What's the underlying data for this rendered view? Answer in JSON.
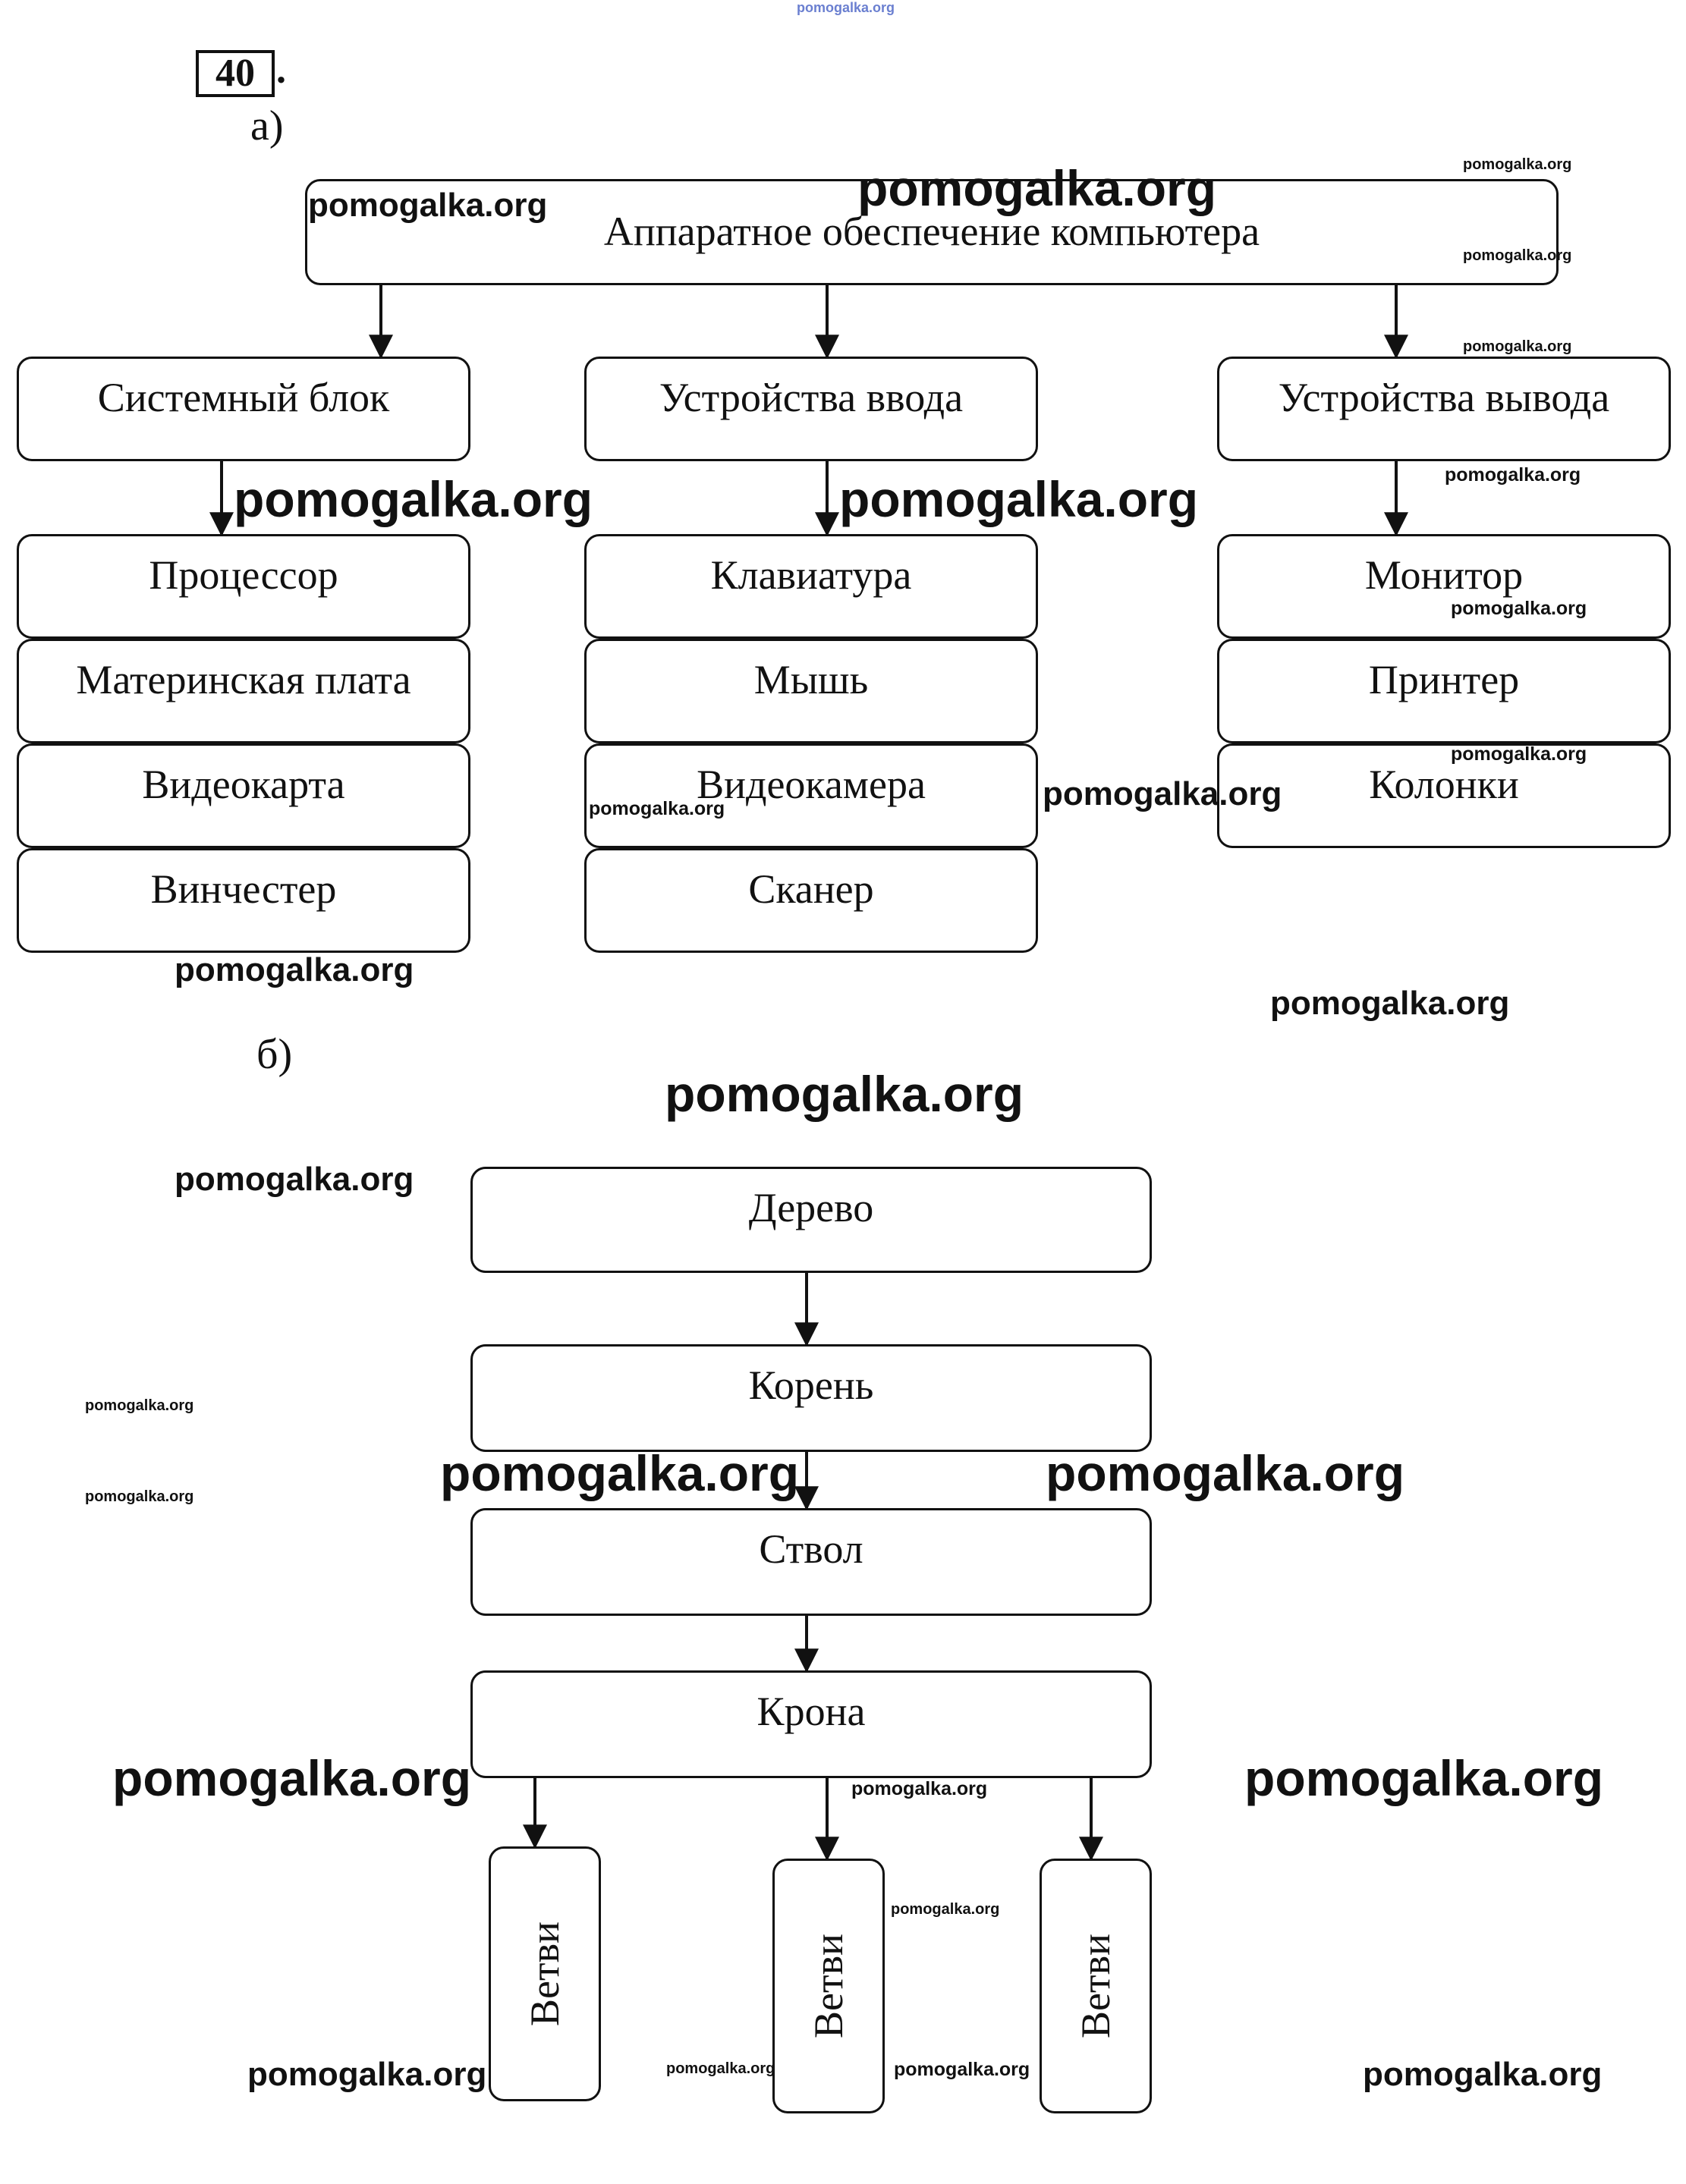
{
  "task": {
    "number": "40",
    "part_a_label": "а)",
    "part_b_label": "б)"
  },
  "part_a": {
    "root": "Аппаратное обеспечение компьютера",
    "branches": [
      {
        "title": "Системный блок",
        "items": [
          "Процессор",
          "Материнская плата",
          "Видеокарта",
          "Винчестер"
        ]
      },
      {
        "title": "Устройства ввода",
        "items": [
          "Клавиатура",
          "Мышь",
          "Видеокамера",
          "Сканер"
        ]
      },
      {
        "title": "Устройства вывода",
        "items": [
          "Монитор",
          "Принтер",
          "Колонки"
        ]
      }
    ]
  },
  "part_b": {
    "chain": [
      "Дерево",
      "Корень",
      "Ствол",
      "Крона"
    ],
    "leaves": [
      "Ветви",
      "Ветви",
      "Ветви"
    ]
  },
  "watermark": {
    "text": "pomogalka.org"
  },
  "colors": {
    "ink": "#111111",
    "background": "#ffffff",
    "top_watermark": "#6a7fd0"
  }
}
